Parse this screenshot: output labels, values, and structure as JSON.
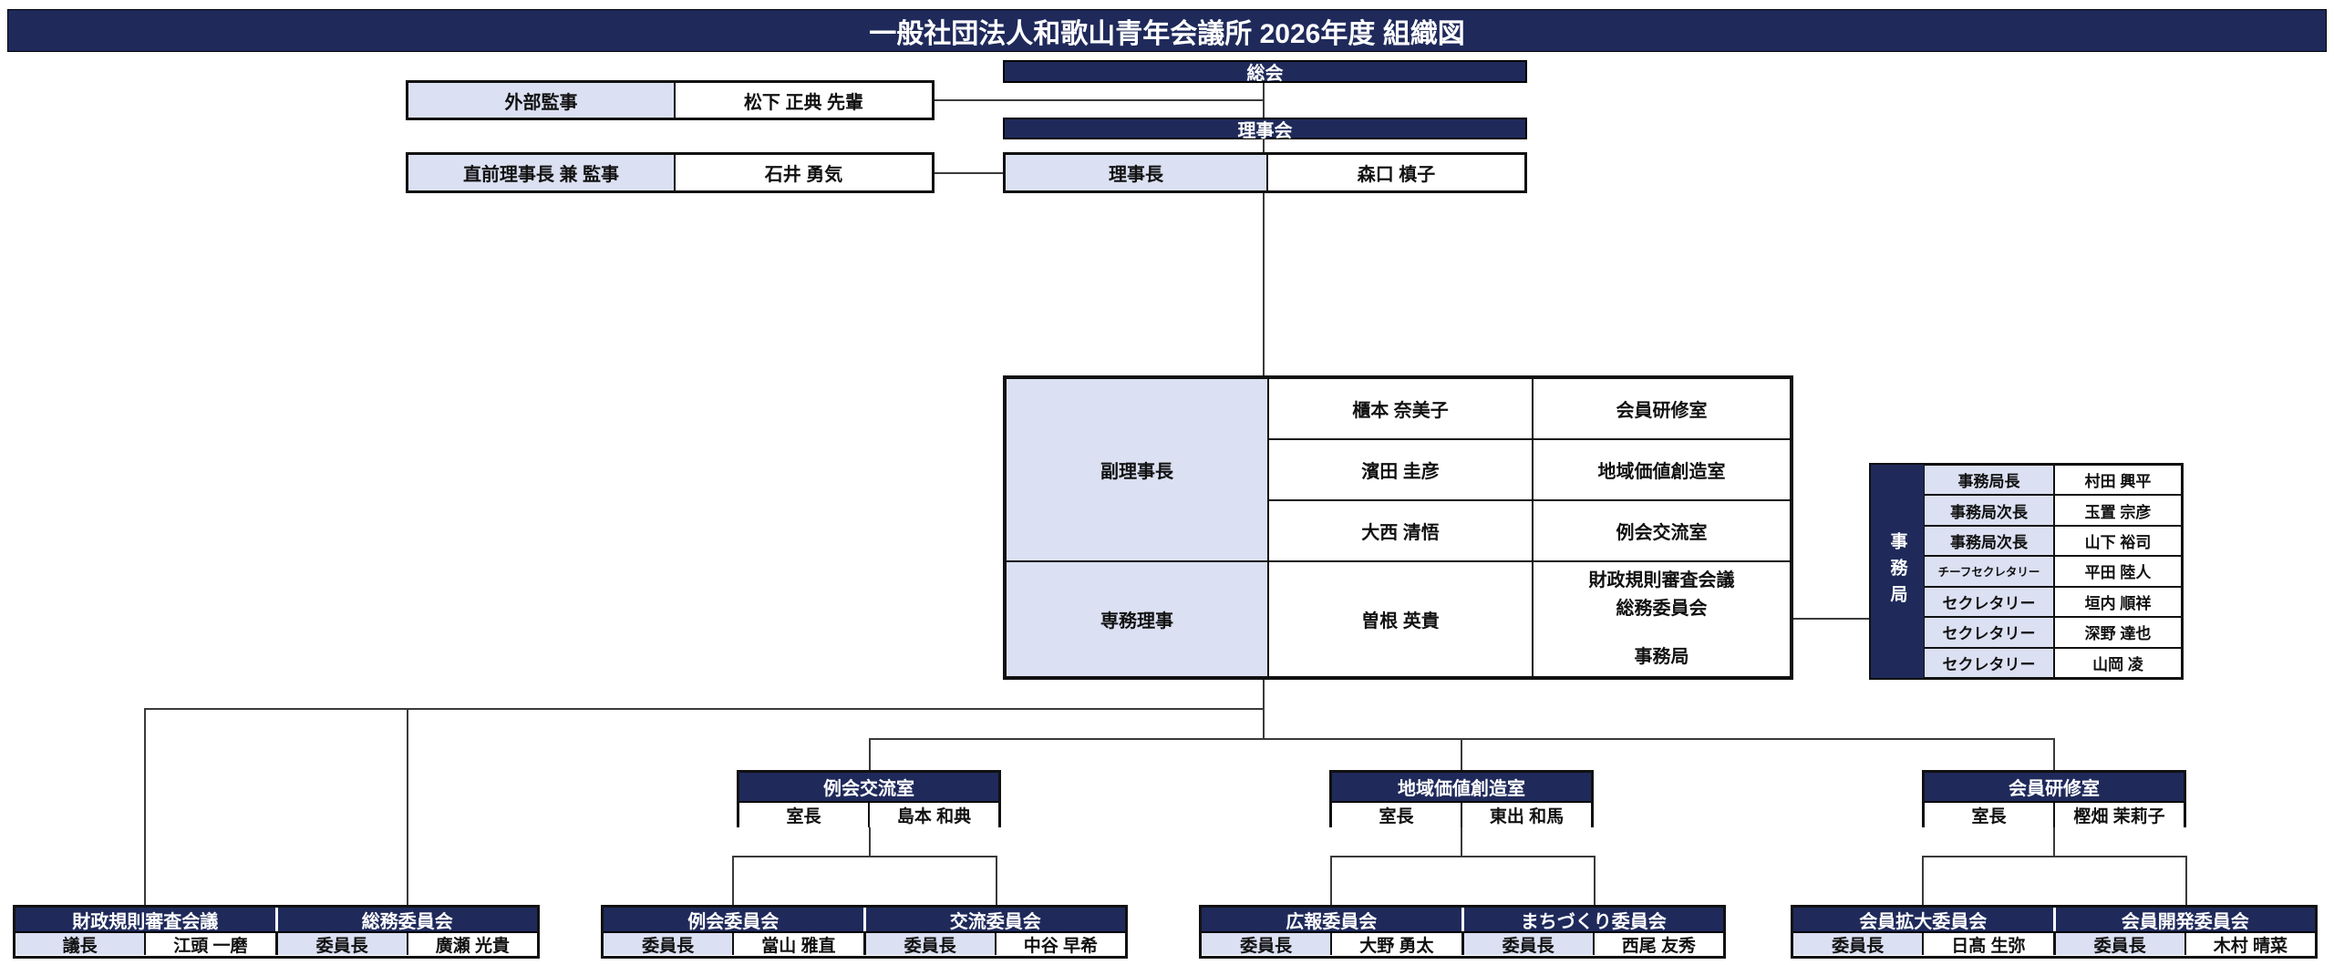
{
  "title": "一般社団法人和歌山青年会議所 2026年度 組織図",
  "colors": {
    "navy": "#1F2A5B",
    "lavender": "#DBE0F2",
    "line": "#3a3a3a"
  },
  "top": {
    "soukai": "総会",
    "rijikai": "理事会",
    "gaibu_kanji": {
      "label": "外部監事",
      "name": "松下 正典 先輩"
    },
    "chokuzen": {
      "label": "直前理事長 兼 監事",
      "name": "石井 勇気"
    },
    "rijicho": {
      "label": "理事長",
      "name": "森口 槙子"
    }
  },
  "main_table": {
    "fuku_label": "副理事長",
    "fuku_rows": [
      {
        "name": "櫃本 奈美子",
        "room": "会員研修室"
      },
      {
        "name": "濱田 圭彦",
        "room": "地域価値創造室"
      },
      {
        "name": "大西 清悟",
        "room": "例会交流室"
      }
    ],
    "senmu": {
      "label": "専務理事",
      "name": "曽根 英貴",
      "duties": [
        "財政規則審査会議",
        "総務委員会",
        "事務局"
      ]
    }
  },
  "jimukyoku": {
    "label": "事務局",
    "rows": [
      {
        "role": "事務局長",
        "name": "村田 興平"
      },
      {
        "role": "事務局次長",
        "name": "玉置 宗彦"
      },
      {
        "role": "事務局次長",
        "name": "山下 裕司"
      },
      {
        "role": "チーフセクレタリー",
        "name": "平田 陸人"
      },
      {
        "role": "セクレタリー",
        "name": "垣内 順祥"
      },
      {
        "role": "セクレタリー",
        "name": "深野 達也"
      },
      {
        "role": "セクレタリー",
        "name": "山岡 凌"
      }
    ]
  },
  "rooms": [
    {
      "title": "例会交流室",
      "role": "室長",
      "name": "島本 和典"
    },
    {
      "title": "地域価値創造室",
      "role": "室長",
      "name": "東出 和馬"
    },
    {
      "title": "会員研修室",
      "role": "室長",
      "name": "樫畑 茉莉子"
    }
  ],
  "committees": [
    {
      "title": "財政規則審査会議",
      "role": "議長",
      "name": "江頭 一磨"
    },
    {
      "title": "総務委員会",
      "role": "委員長",
      "name": "廣瀬 光貴"
    },
    {
      "title": "例会委員会",
      "role": "委員長",
      "name": "當山 雅直"
    },
    {
      "title": "交流委員会",
      "role": "委員長",
      "name": "中谷 早希"
    },
    {
      "title": "広報委員会",
      "role": "委員長",
      "name": "大野 勇太"
    },
    {
      "title": "まちづくり委員会",
      "role": "委員長",
      "name": "西尾 友秀"
    },
    {
      "title": "会員拡大委員会",
      "role": "委員長",
      "name": "日髙 生弥"
    },
    {
      "title": "会員開発委員会",
      "role": "委員長",
      "name": "木村 晴菜"
    }
  ]
}
